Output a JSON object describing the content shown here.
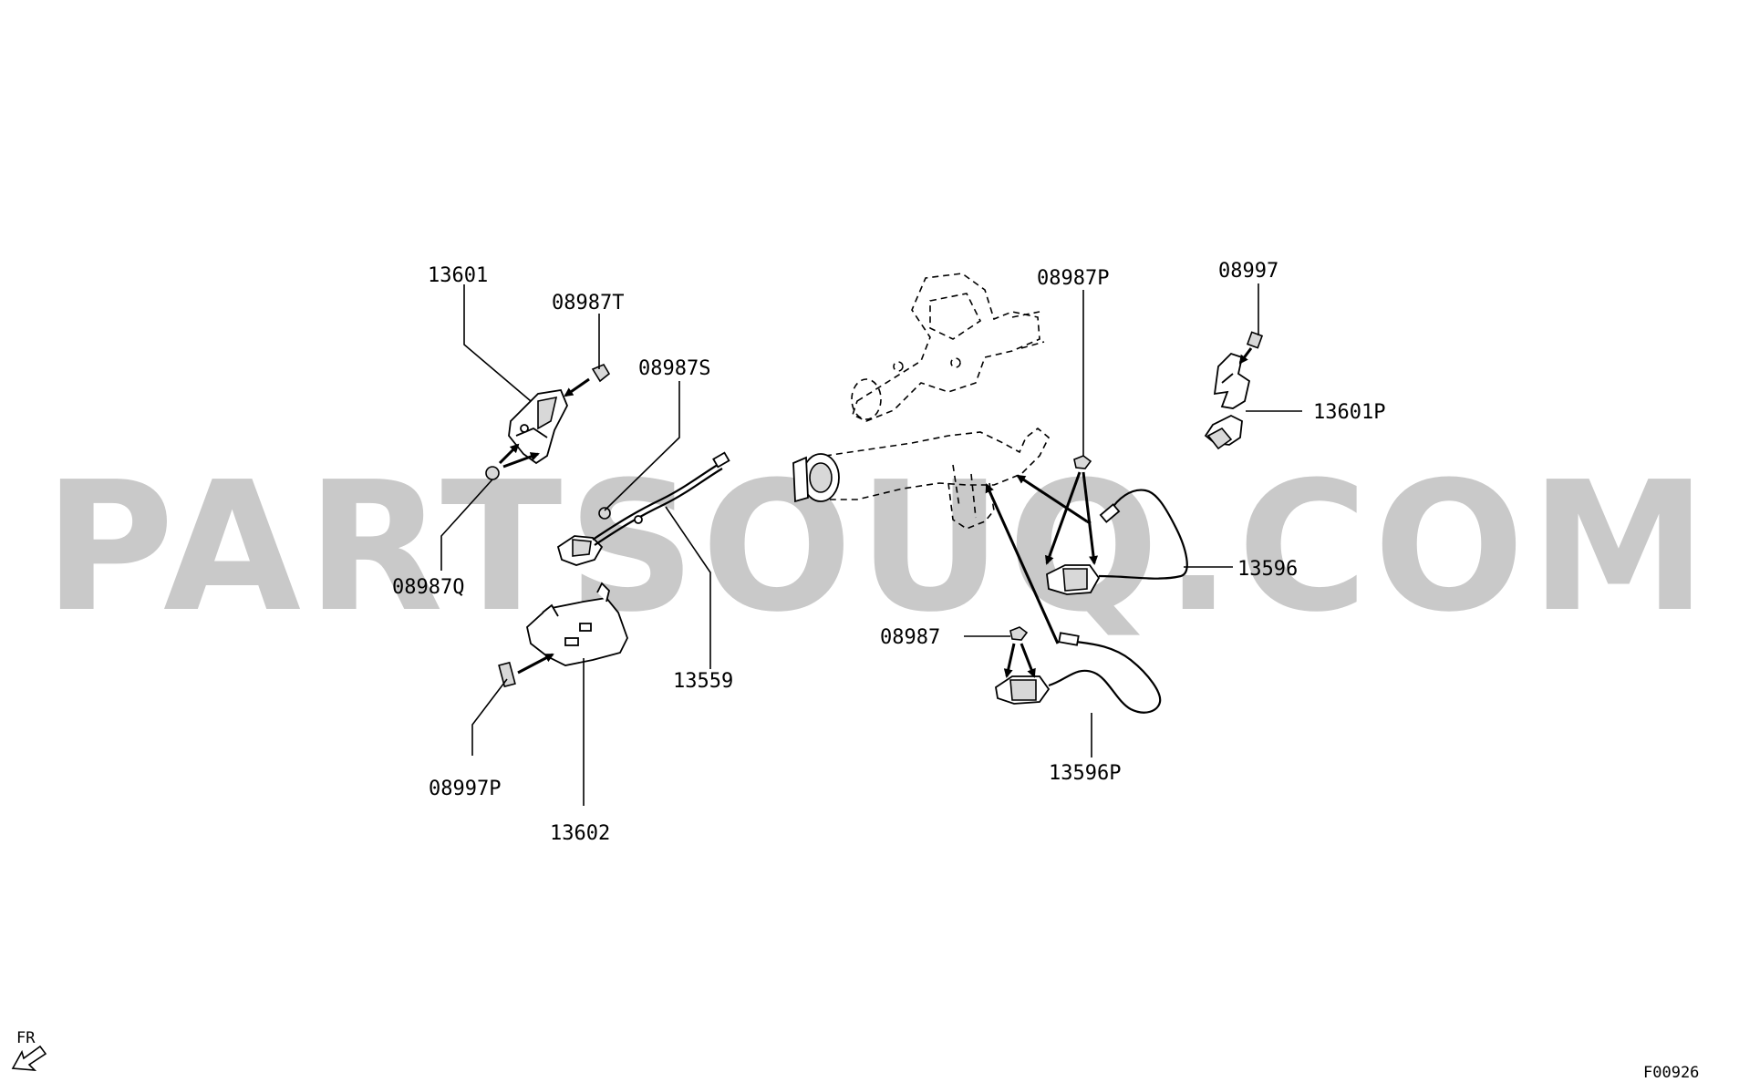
{
  "watermark": {
    "text": "PARTSOUQ.COM"
  },
  "labels": {
    "p13601": "13601",
    "p08987T": "08987T",
    "p08987S": "08987S",
    "p08987Q": "08987Q",
    "p13559": "13559",
    "p08997P": "08997P",
    "p13602": "13602",
    "p08987P": "08987P",
    "p08997": "08997",
    "p13601P": "13601P",
    "p13596": "13596",
    "p08987": "08987",
    "p13596P": "13596P"
  },
  "orientation": {
    "text": "FR"
  },
  "figure_code": "F00926",
  "icons": {
    "orientation": "front-direction-arrow-icon"
  }
}
